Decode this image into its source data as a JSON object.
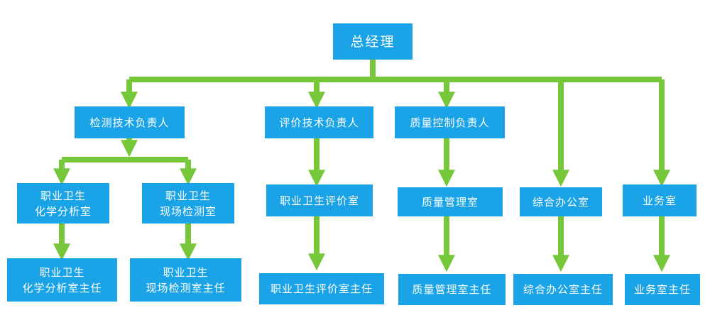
{
  "colors": {
    "box": "#1aa3e6",
    "box_text": "#ffffff",
    "connector": "#76c73a"
  },
  "nodes": {
    "gm": [
      "总经理"
    ],
    "testing_lead": [
      "检测技术负责人"
    ],
    "eval_lead": [
      "评价技术负责人"
    ],
    "quality_lead": [
      "质量控制负责人"
    ],
    "chem_lab": [
      "职业卫生",
      "化学分析室"
    ],
    "field_lab": [
      "职业卫生",
      "现场检测室"
    ],
    "eval_room": [
      "职业卫生评价室"
    ],
    "qm_room": [
      "质量管理室"
    ],
    "office": [
      "综合办公室"
    ],
    "business": [
      "业务室"
    ],
    "chem_lab_head": [
      "职业卫生",
      "化学分析室主任"
    ],
    "field_lab_head": [
      "职业卫生",
      "现场检测室主任"
    ],
    "eval_room_head": [
      "职业卫生评价室主任"
    ],
    "qm_room_head": [
      "质量管理室主任"
    ],
    "office_head": [
      "综合办公室主任"
    ],
    "business_head": [
      "业务室主任"
    ]
  }
}
